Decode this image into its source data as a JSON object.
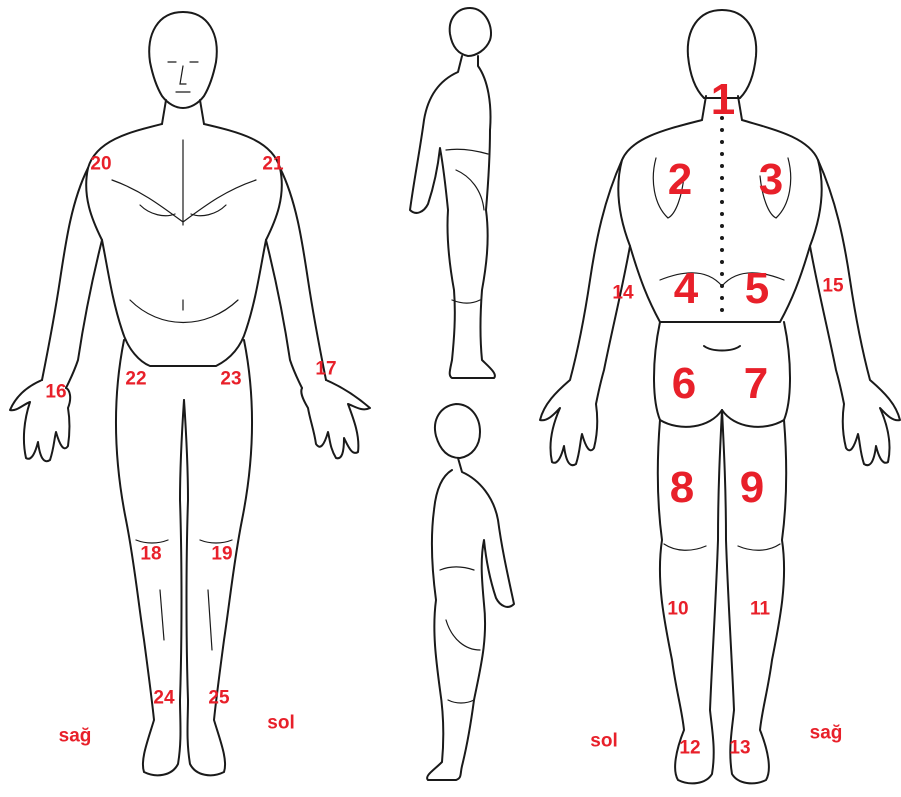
{
  "colors": {
    "label": "#e8202a",
    "outline": "#1a1a1a",
    "background": "#ffffff"
  },
  "front_view": {
    "labels": {
      "r_shoulder": "20",
      "l_shoulder": "21",
      "r_hand": "16",
      "l_hand": "17",
      "r_groin": "22",
      "l_groin": "23",
      "r_knee": "18",
      "l_knee": "19",
      "r_ankle": "24",
      "l_ankle": "25"
    },
    "side_right": "sağ",
    "side_left": "sol"
  },
  "back_view": {
    "labels": {
      "neck": "1",
      "l_scapula": "2",
      "r_scapula": "3",
      "l_lower_back": "4",
      "r_lower_back": "5",
      "l_buttock": "6",
      "r_buttock": "7",
      "l_thigh": "8",
      "r_thigh": "9",
      "l_calf": "10",
      "r_calf": "11",
      "l_heel": "12",
      "r_heel": "13",
      "l_elbow": "14",
      "r_elbow": "15"
    },
    "side_left": "sol",
    "side_right": "sağ"
  }
}
